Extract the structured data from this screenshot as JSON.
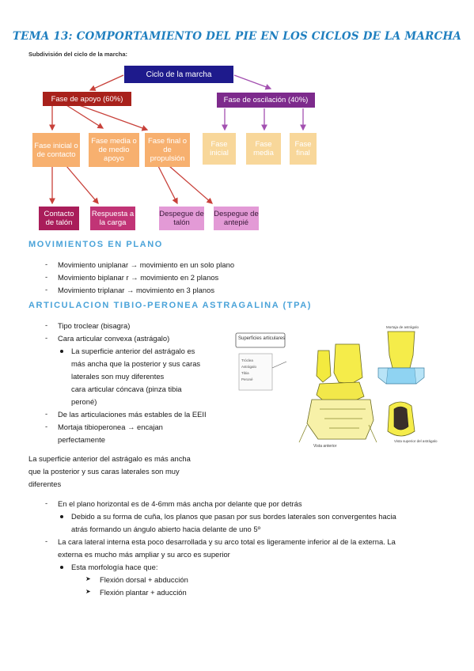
{
  "title": "TEMA 13: COMPORTAMIENTO DEL PIE EN LOS CICLOS DE LA MARCHA",
  "diagram": {
    "subtitle": "Subdivisión del ciclo de la marcha:",
    "root": "Ciclo de la marcha",
    "support_phase": "Fase de apoyo (60%)",
    "swing_phase": "Fase de oscilación (40%)",
    "support_sub": [
      "Fase inicial o de contacto",
      "Fase media o de medio apoyo",
      "Fase final o de propulsión"
    ],
    "swing_sub": [
      "Fase inicial",
      "Fase media",
      "Fase final"
    ],
    "leaves": [
      "Contacto de talón",
      "Respuesta a la carga",
      "Despegue de talón",
      "Despegue de antepié"
    ],
    "colors": {
      "root": "#1e1a8c",
      "support": "#a8211b",
      "swing": "#7d2a8c",
      "orange": "#f7b06f",
      "yellow": "#f8d79a",
      "magenta": "#a91d5a",
      "pink": "#e39ad6",
      "arrows_left": "#c8413a",
      "arrows_right": "#a350b0"
    }
  },
  "section1": {
    "heading": "MOVIMIENTOS EN PLANO",
    "items": [
      "Movimiento uniplanar → movimiento en un solo plano",
      "Movimiento biplanar r → movimiento en 2 planos",
      "Movimiento triplanar → movimiento en 3 planos"
    ]
  },
  "section2": {
    "heading": "ARTICULACION TIBIO-PERONEA ASTRAGALINA (TPA)",
    "items": {
      "i1": "Tipo troclear (bisagra)",
      "i2": "Cara articular convexa (astrágalo)",
      "b1_lines": [
        "La superficie anterior del astrágalo es",
        "más ancha que la posterior y sus caras",
        "laterales son muy diferentes",
        "cara articular cóncava (pinza tibia",
        "peroné)"
      ],
      "i3": "De las articulaciones más estables de la EEII",
      "i4_lines": [
        "Mortaja tibioperonea → encajan",
        "perfectamente"
      ]
    },
    "paragraph_lines": [
      "La superficie anterior del astrágalo es más ancha",
      "que la posterior y sus caras laterales son muy",
      "diferentes"
    ],
    "list2": {
      "i1": "En el plano horizontal es de 4-6mm más ancha por delante que por detrás",
      "b1_lines": [
        "Debido a su forma de cuña, los planos que pasan por sus bordes laterales son convergentes hacia",
        "atrás formando un ángulo abierto hacia delante de uno 5º"
      ],
      "i2_lines": [
        "La cara lateral interna esta poco desarrollada y su arco total es ligeramente inferior al de la externa. La",
        "externa es mucho más ampliar y su arco es superior"
      ],
      "b2": "Esta morfología hace que:",
      "a1": "Flexión dorsal + abducción",
      "a2": "Flexión plantar + aducción"
    }
  },
  "figure": {
    "legend_title": "Superficies articulares",
    "legend_items": [
      "Tróclea",
      "Astrágalo",
      "Tibia",
      "Peroné"
    ],
    "label_top": "Mortaja de astrágalo",
    "label_bottom_left": "Vista anterior",
    "label_bottom_right": "Vista superior del astrágalo"
  }
}
